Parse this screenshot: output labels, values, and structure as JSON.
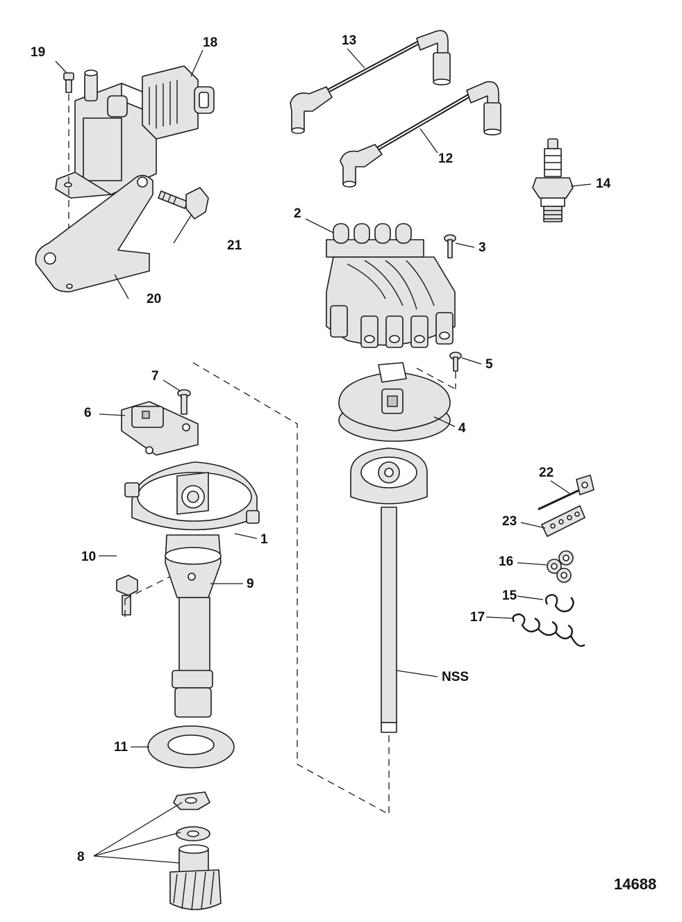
{
  "callouts": {
    "c1": "1",
    "c2": "2",
    "c3": "3",
    "c4": "4",
    "c5": "5",
    "c6": "6",
    "c7": "7",
    "c8": "8",
    "c9": "9",
    "c10": "10",
    "c11": "11",
    "c12": "12",
    "c13": "13",
    "c14": "14",
    "c15": "15",
    "c16": "16",
    "c17": "17",
    "c18": "18",
    "c19": "19",
    "c20": "20",
    "c21": "21",
    "c22": "22",
    "c23": "23",
    "nss": "NSS"
  },
  "figure_number": "14688",
  "colors": {
    "ink": "#1a1a1a",
    "part_fill": "#e4e4e4",
    "paper": "#ffffff"
  }
}
